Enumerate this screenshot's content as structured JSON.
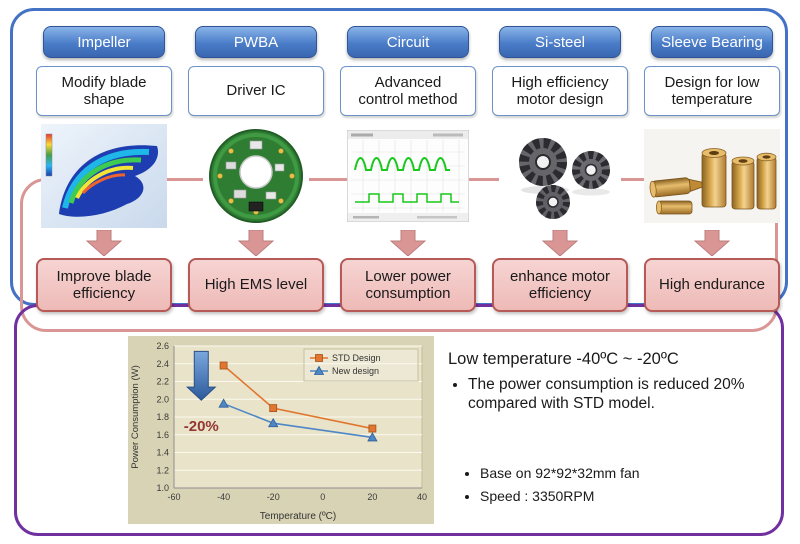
{
  "columns": [
    {
      "header": "Impeller",
      "sub": "Modify blade shape",
      "result": "Improve blade efficiency"
    },
    {
      "header": "PWBA",
      "sub": "Driver IC",
      "result": "High EMS level"
    },
    {
      "header": "Circuit",
      "sub": "Advanced control method",
      "result": "Lower power consumption"
    },
    {
      "header": "Si-steel",
      "sub": "High efficiency motor design",
      "result": "enhance motor efficiency"
    },
    {
      "header": "Sleeve Bearing",
      "sub": "Design for low temperature",
      "result": "High endurance"
    }
  ],
  "summary": {
    "heading": "Low temperature -40ºC ~ -20ºC",
    "bullet_main": "The power consumption is reduced 20% compared with STD model.",
    "bullet_fan": "Base on 92*92*32mm fan",
    "bullet_speed": "Speed : 3350RPM"
  },
  "colors": {
    "frame_blue": "#4472C4",
    "frame_pink": "#D99694",
    "frame_purple": "#7030A0",
    "header_blue": "#4A7CC8",
    "result_pink": "#F2C7C5"
  },
  "chart_data": {
    "type": "line",
    "title": "",
    "x": [
      -40,
      -20,
      20
    ],
    "series": [
      {
        "name": "STD Design",
        "color": "#E2762F",
        "edge": "#A3521B",
        "marker": "square",
        "values": [
          2.38,
          1.9,
          1.67
        ]
      },
      {
        "name": "New design",
        "color": "#4E87C6",
        "edge": "#2D5E97",
        "marker": "triangle",
        "values": [
          1.95,
          1.73,
          1.57
        ]
      }
    ],
    "xlabel": "Temperature (ºC)",
    "ylabel": "Power Consumption (W)",
    "xlim": [
      -60,
      40
    ],
    "ylim": [
      1.0,
      2.6
    ],
    "xticks": [
      -60,
      -40,
      -20,
      0,
      20,
      40
    ],
    "yticks": [
      1.0,
      1.2,
      1.4,
      1.6,
      1.8,
      2.0,
      2.2,
      2.4,
      2.6
    ],
    "grid": true,
    "legend_position": "top-right",
    "annotation": {
      "text": "-20%",
      "color": "#943634",
      "arrow_x": -49,
      "arrow_y_top": 2.54,
      "arrow_y_tip": 1.99,
      "label_x": -49,
      "label_y": 1.64
    }
  }
}
